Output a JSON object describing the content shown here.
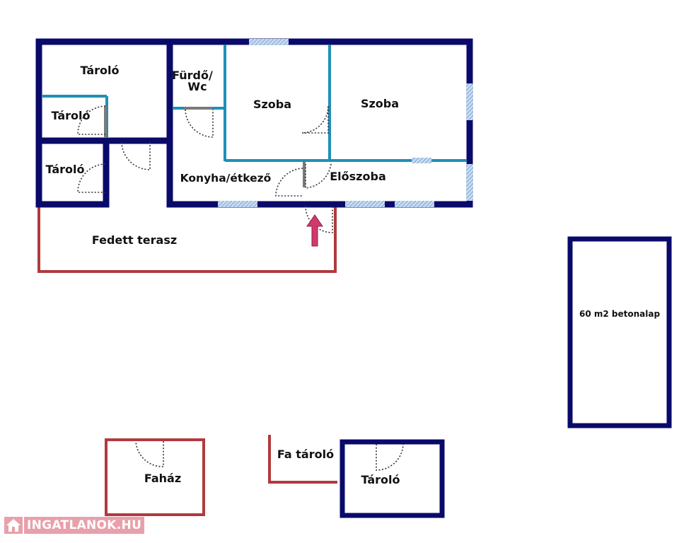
{
  "colors": {
    "main_wall": "#0a0a6b",
    "inner_wall": "#1f8fb8",
    "terrace_wall": "#b03a3e",
    "window_hatch": "#8fb6de",
    "entry_arrow": "#d2396a",
    "watermark": "#e8a0aa"
  },
  "rooms": {
    "taroló_top": "Tároló",
    "taroló_small": "Tároló",
    "taroló_left": "Tároló",
    "furdo_line1": "Fürdő/",
    "furdo_line2": "Wc",
    "szoba_1": "Szoba",
    "szoba_2": "Szoba",
    "konyha": "Konyha/étkező",
    "eloszoba": "Előszoba",
    "terasz": "Fedett terasz",
    "betonalap": "60 m2 betonalap",
    "fahaz": "Faház",
    "fa_tarolo": "Fa tároló",
    "tarolo_shed": "Tároló"
  },
  "icons": {
    "entry": "entry-arrow-icon",
    "watermark_logo": "house-icon"
  },
  "watermark": {
    "text": "INGATLANOK.HU"
  }
}
